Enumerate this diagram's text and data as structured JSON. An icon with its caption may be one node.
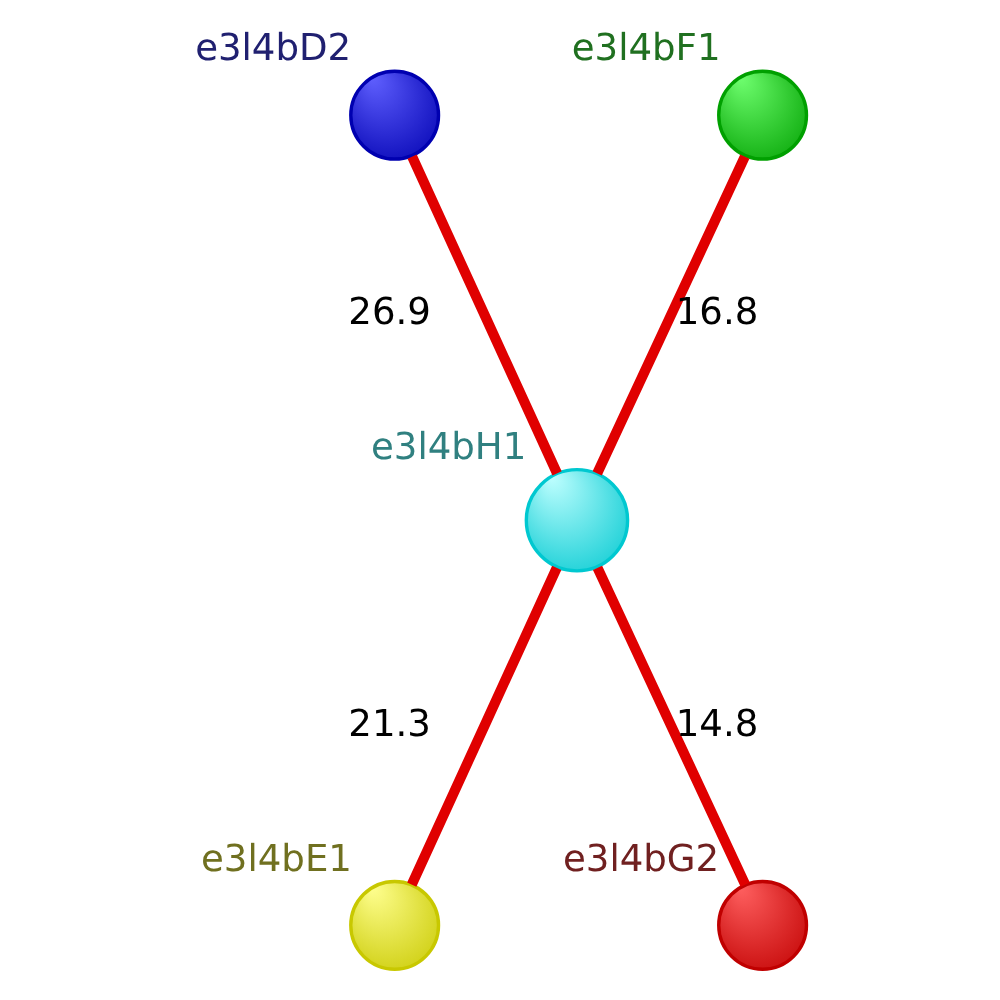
{
  "diagram": {
    "nodes": [
      {
        "text": [],
        "shape": "circle",
        "beside": [
          "e3l4bD2"
        ]
      },
      {
        "text": [],
        "shape": "circle",
        "beside": [
          "e3l4bF1"
        ]
      },
      {
        "text": [],
        "shape": "circle",
        "beside": [
          "e3l4bH1"
        ]
      },
      {
        "text": [],
        "shape": "circle",
        "beside": [
          "e3l4bG2"
        ]
      },
      {
        "text": [],
        "shape": "circle",
        "beside": [
          "e3l4bE1"
        ]
      }
    ],
    "edges": [
      {
        "from": 0,
        "to": 2,
        "arrow": "none",
        "label": "26.9"
      },
      {
        "from": 1,
        "to": 2,
        "arrow": "none",
        "label": "16.8"
      },
      {
        "from": 2,
        "to": 3,
        "arrow": "none",
        "label": "14.8"
      },
      {
        "from": 2,
        "to": 4,
        "arrow": "none",
        "label": "21.3"
      }
    ]
  }
}
